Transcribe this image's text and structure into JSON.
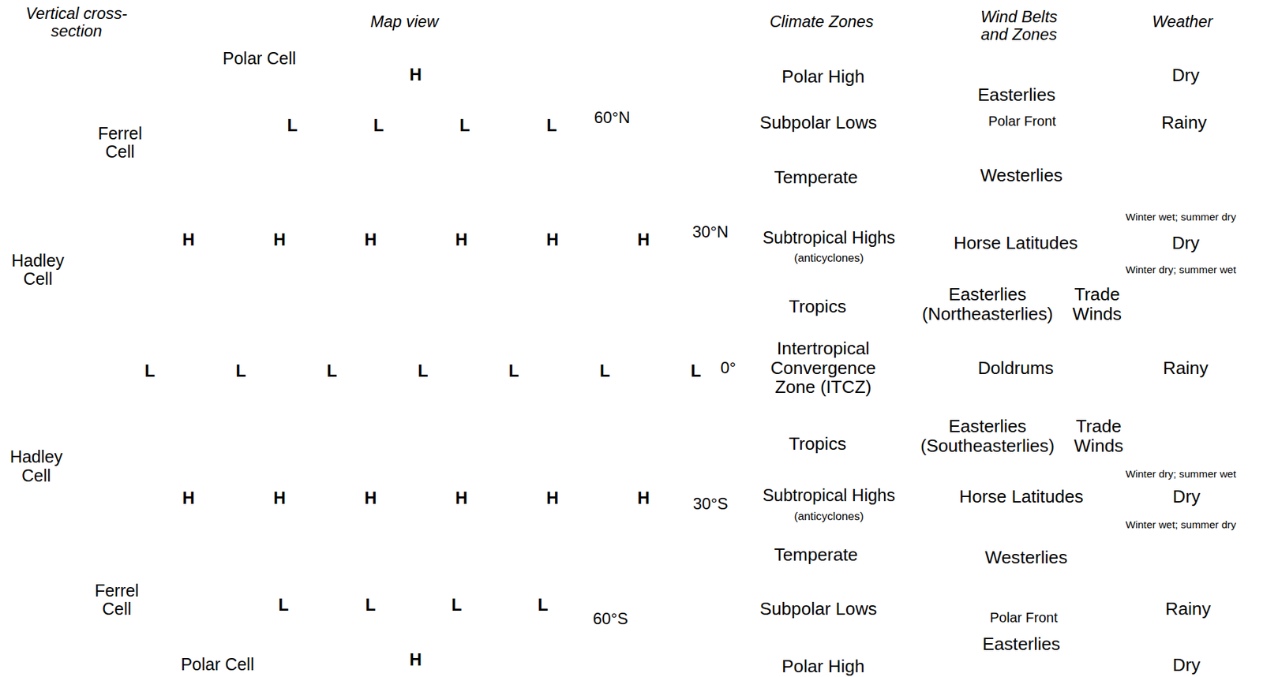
{
  "diagram": {
    "labels": [
      "Vertical cross-section",
      "Map view",
      "Climate Zones",
      "Wind Belts and Zones",
      "Weather",
      "Polar Cell",
      "Ferrel Cell",
      "Hadley Cell",
      "Hadley Cell",
      "Ferrel Cell",
      "Polar Cell",
      "H",
      "L",
      "L",
      "L",
      "L",
      "H",
      "H",
      "H",
      "H",
      "H",
      "H",
      "L",
      "L",
      "L",
      "L",
      "L",
      "L",
      "L",
      "H",
      "H",
      "H",
      "H",
      "H",
      "H",
      "L",
      "L",
      "L",
      "L",
      "H",
      "60°N",
      "30°N",
      "0°",
      "30°S",
      "60°S",
      "Polar High",
      "Subpolar Lows",
      "Temperate",
      "Subtropical Highs",
      "(anticyclones)",
      "Tropics",
      "Intertropical Convergence Zone (ITCZ)",
      "Tropics",
      "Subtropical Highs",
      "(anticyclones)",
      "Temperate",
      "Subpolar Lows",
      "Polar High",
      "Easterlies",
      "Polar Front",
      "Westerlies",
      "Horse Latitudes",
      "Easterlies (Northeasterlies)",
      "Trade Winds",
      "Doldrums",
      "Easterlies (Southeasterlies)",
      "Trade Winds",
      "Horse Latitudes",
      "Westerlies",
      "Polar Front",
      "Easterlies",
      "Dry",
      "Rainy",
      "Winter wet; summer dry",
      "Dry",
      "Winter dry; summer wet",
      "Rainy",
      "Winter dry; summer wet",
      "Dry",
      "Winter wet; summer dry",
      "Rainy",
      "Dry"
    ]
  }
}
